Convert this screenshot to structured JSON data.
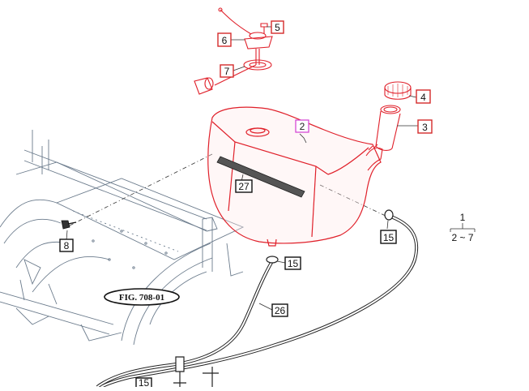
{
  "callouts": {
    "c2": "2",
    "c3": "3",
    "c4": "4",
    "c5": "5",
    "c6": "6",
    "c7": "7",
    "c8": "8",
    "c15a": "15",
    "c15b": "15",
    "c15c": "15",
    "c26": "26",
    "c27": "27"
  },
  "assembly_note": {
    "top": "1",
    "range": "2 ~ 7"
  },
  "figure_ref": "FIG. 708-01",
  "colors": {
    "part_line": "#e0202a",
    "callout_border": "#d42a2a",
    "highlight_border": "#d23cd2",
    "frame_line": "#6b7b8c",
    "hose": "#222222"
  }
}
